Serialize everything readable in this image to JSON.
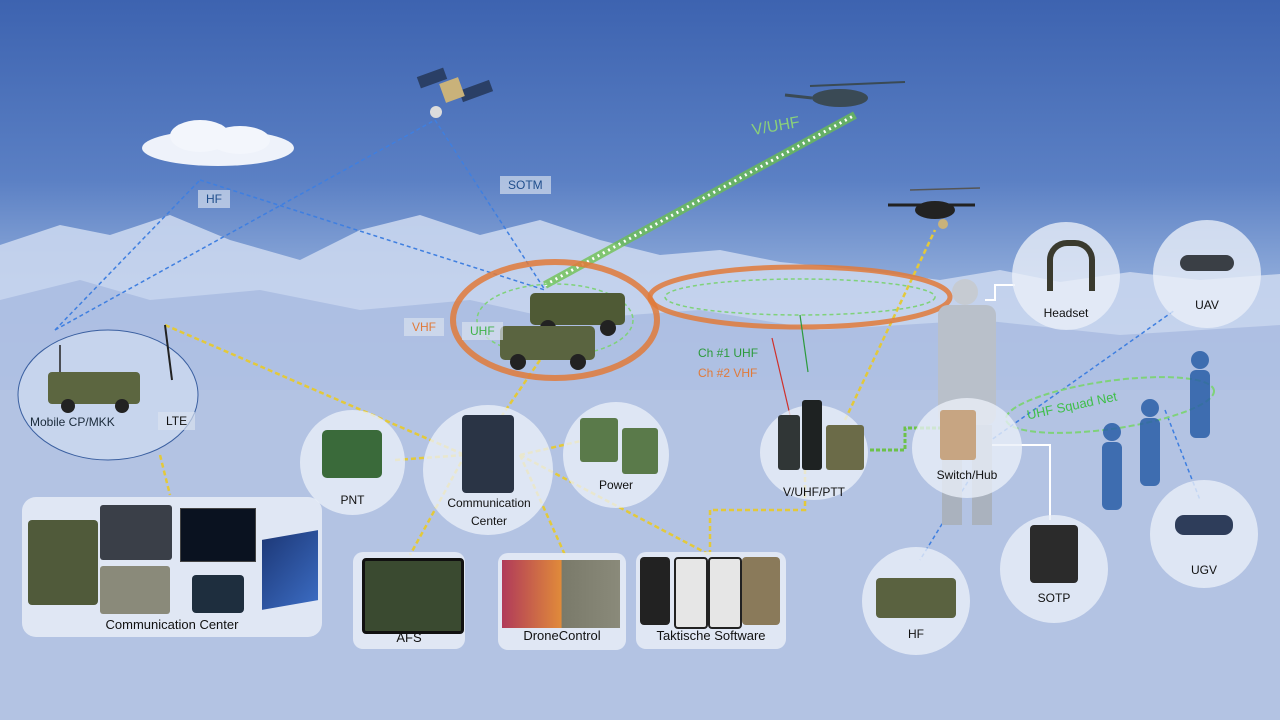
{
  "labels": {
    "hf_sky": "HF",
    "sotm": "SOTM",
    "vuhf_air": "V/UHF",
    "vhf": "VHF",
    "uhf": "UHF",
    "ch1": "Ch #1 UHF",
    "ch2": "Ch #2 VHF",
    "uhf_squad": "UHF Squad Net",
    "mobile_cp": "Mobile CP/MKK",
    "lte": "LTE",
    "pnt": "PNT",
    "comm_center_hub": "Communication Center",
    "power": "Power",
    "vuhf_ptt": "V/UHF/PTT",
    "switch_hub": "Switch/Hub",
    "headset": "Headset",
    "uav": "UAV",
    "ugv": "UGV",
    "sotp": "SOTP",
    "hf_radio": "HF",
    "afs": "AFS",
    "drone_control": "DroneControl",
    "taktische_software": "Taktische Software",
    "comm_center_panel": "Communication Center"
  },
  "colors": {
    "sky_link": "#3f7fe0",
    "lte_link": "#e3c93a",
    "green_link": "#6cc24a",
    "orange_ring": "#e07a3a",
    "vhf_text": "#e07a3a",
    "uhf_text": "#3fb24a",
    "ch1_text": "#2c9a3c",
    "ch2_text": "#e07a3a",
    "squad_text": "#3fbf4a"
  }
}
